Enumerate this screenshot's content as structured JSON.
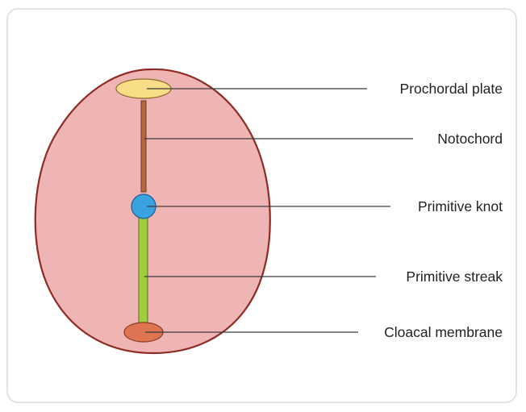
{
  "diagram": {
    "labels": {
      "prochordal_plate": "Prochordal plate",
      "notochord": "Notochord",
      "primitive_knot": "Primitive knot",
      "primitive_streak": "Primitive streak",
      "cloacal_membrane": "Cloacal membrane"
    },
    "colors": {
      "embryonic_disc_fill": "#efb5b5",
      "embryonic_disc_outline": "#8e2b22",
      "prochordal_plate": "#f7de86",
      "notochord": "#b5693c",
      "primitive_knot": "#39a3e2",
      "primitive_streak": "#9fcd3c",
      "cloacal_membrane": "#de7452"
    }
  }
}
